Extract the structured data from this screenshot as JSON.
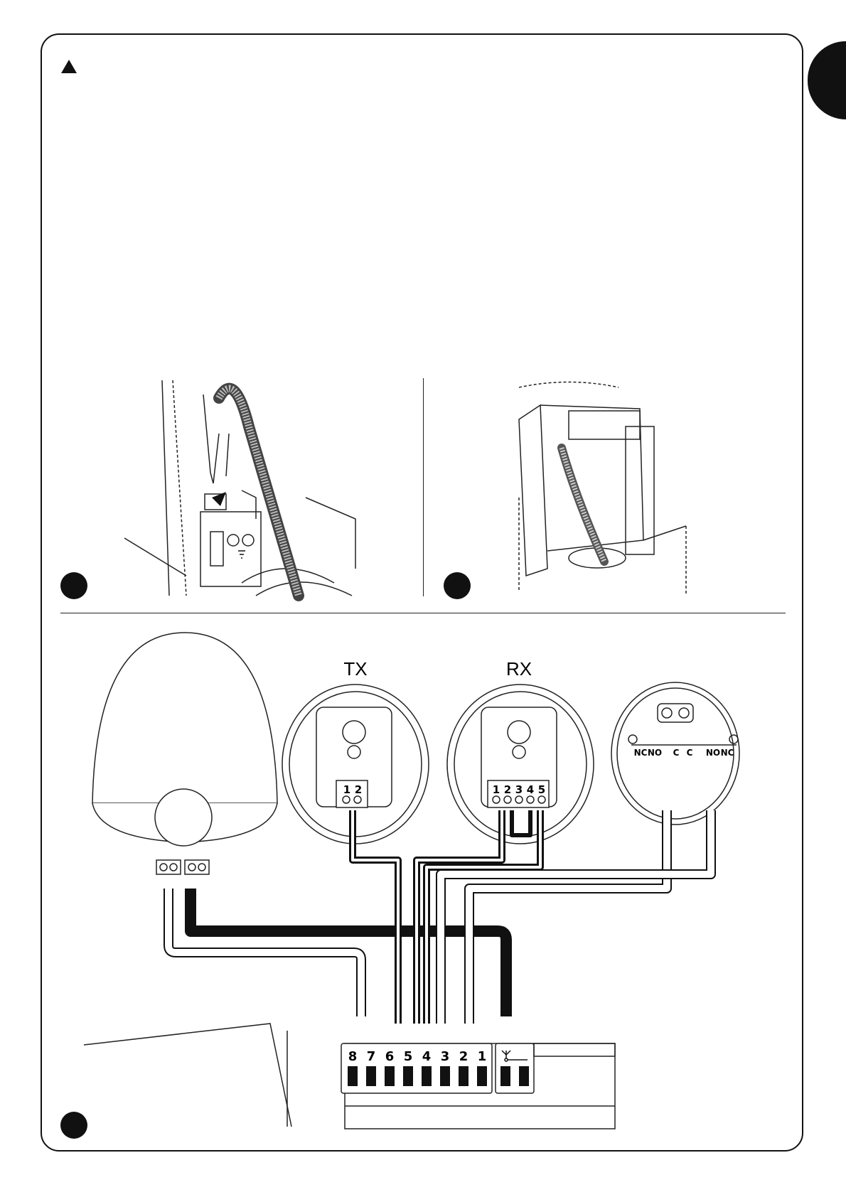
{
  "diagram": {
    "labels": {
      "tx": "TX",
      "rx": "RX"
    },
    "tx_terminals": [
      "1",
      "2"
    ],
    "rx_terminals": [
      "1",
      "2",
      "3",
      "4",
      "5"
    ],
    "contact_terminals": [
      "NC",
      "NO",
      "C",
      "C",
      "NO",
      "NC"
    ],
    "control_terminals": [
      "8",
      "7",
      "6",
      "5",
      "4",
      "3",
      "2",
      "1"
    ]
  }
}
